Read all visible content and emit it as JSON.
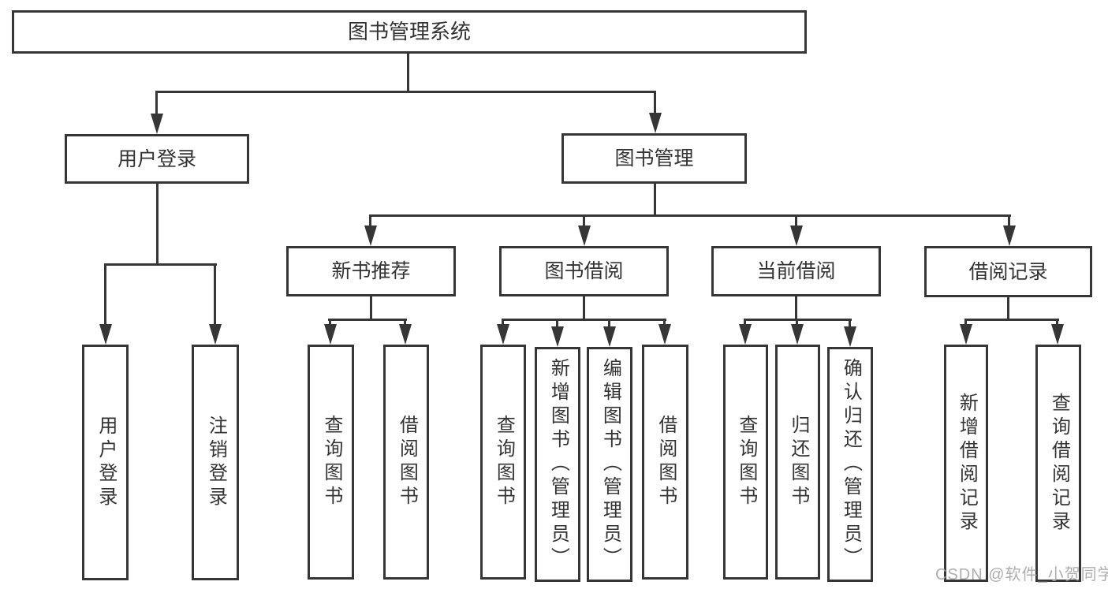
{
  "nodes": {
    "root": {
      "label": "图书管理系统"
    },
    "user_login": {
      "label": "用户登录"
    },
    "book_mgmt": {
      "label": "图书管理"
    },
    "new_book_rec": {
      "label": "新书推荐"
    },
    "book_borrow": {
      "label": "图书借阅"
    },
    "current_borrow": {
      "label": "当前借阅"
    },
    "borrow_records": {
      "label": "借阅记录"
    }
  },
  "leaves": {
    "user_login": [
      "用户登录",
      "注销登录"
    ],
    "new_book_rec": [
      "查询图书",
      "借阅图书"
    ],
    "book_borrow": [
      "查询图书",
      "新增图书（管理员）",
      "编辑图书（管理员）",
      "借阅图书"
    ],
    "current_borrow": [
      "查询图书",
      "归还图书",
      "确认归还（管理员）"
    ],
    "borrow_records": [
      "新增借阅记录",
      "查询借阅记录"
    ]
  },
  "watermark": "CSDN @软件_小贺同学",
  "colors": {
    "line": "#363636",
    "text": "#333333",
    "watermark": "#a6a6a6",
    "background": "#ffffff"
  }
}
